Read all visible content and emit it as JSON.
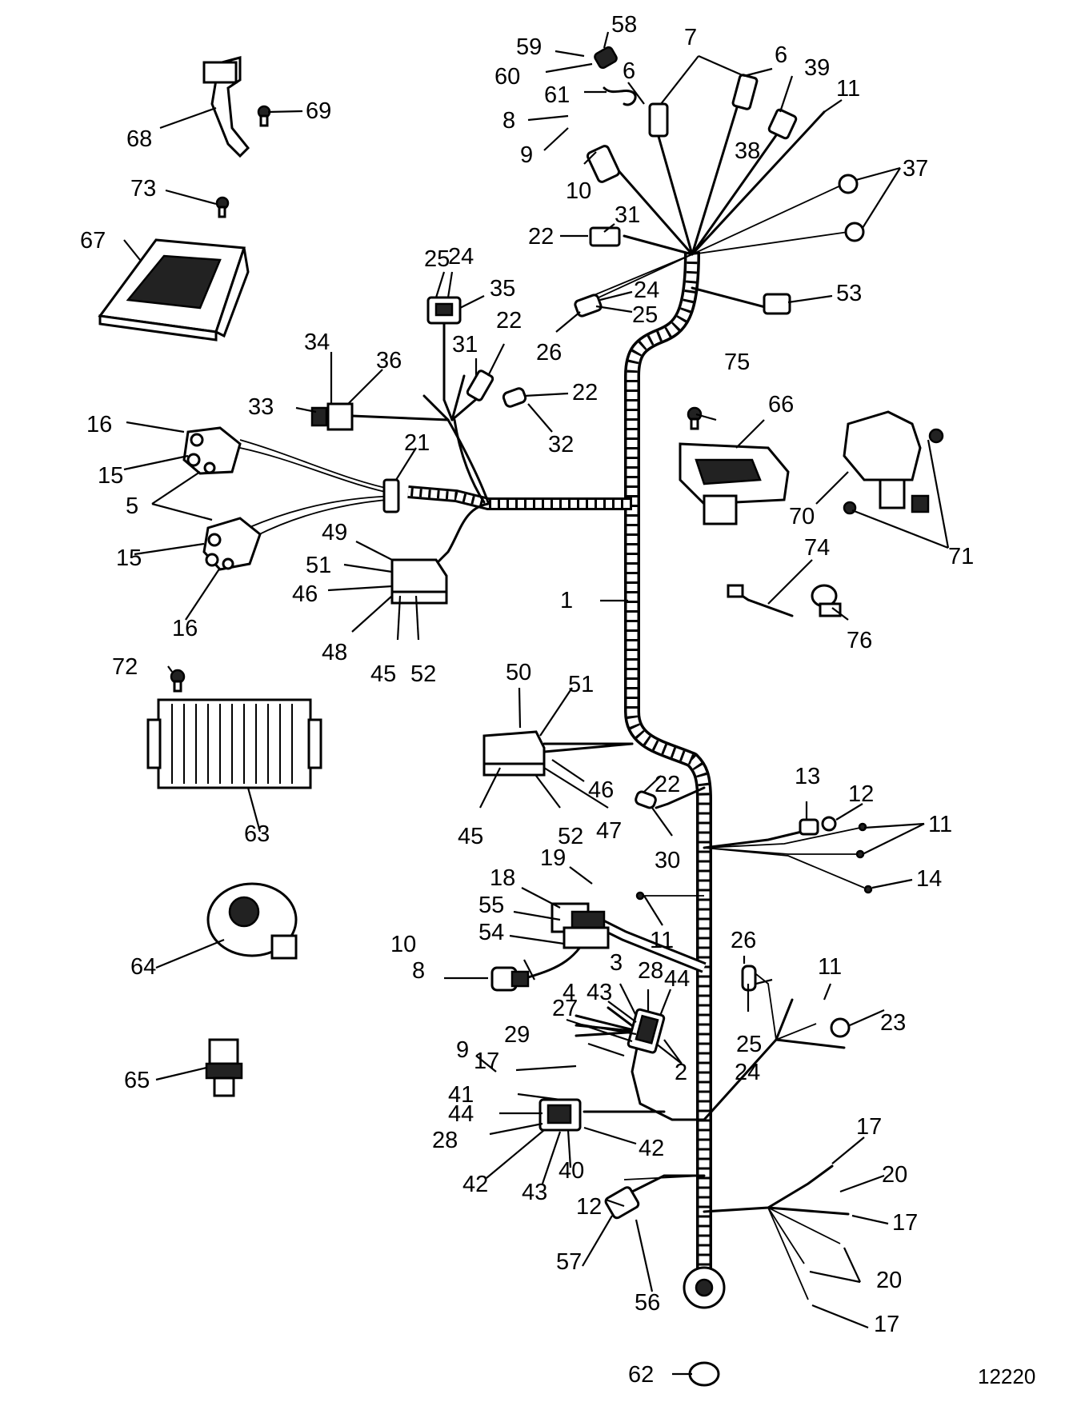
{
  "figure_number": "12220",
  "callouts": [
    "58",
    "59",
    "60",
    "7",
    "6",
    "6",
    "39",
    "11",
    "61",
    "8",
    "38",
    "9",
    "10",
    "37",
    "31",
    "22",
    "25",
    "24",
    "35",
    "24",
    "53",
    "25",
    "26",
    "34",
    "36",
    "22",
    "31",
    "75",
    "33",
    "22",
    "32",
    "16",
    "21",
    "66",
    "15",
    "5",
    "70",
    "71",
    "49",
    "74",
    "15",
    "51",
    "46",
    "1",
    "76",
    "16",
    "48",
    "45",
    "52",
    "72",
    "50",
    "51",
    "63",
    "22",
    "46",
    "45",
    "52",
    "47",
    "13",
    "12",
    "30",
    "11",
    "19",
    "14",
    "18",
    "55",
    "11",
    "54",
    "26",
    "10",
    "11",
    "64",
    "8",
    "3",
    "28",
    "44",
    "23",
    "43",
    "27",
    "4",
    "9",
    "29",
    "25",
    "17",
    "2",
    "24",
    "65",
    "41",
    "17",
    "44",
    "28",
    "42",
    "20",
    "42",
    "40",
    "43",
    "12",
    "17",
    "57",
    "20",
    "56",
    "17",
    "62",
    "68",
    "69",
    "73",
    "67"
  ],
  "icons": [
    "connector-icon",
    "sensor-icon",
    "module-icon",
    "bracket-icon",
    "fuse-icon",
    "clip-icon",
    "pressure-switch-icon"
  ]
}
